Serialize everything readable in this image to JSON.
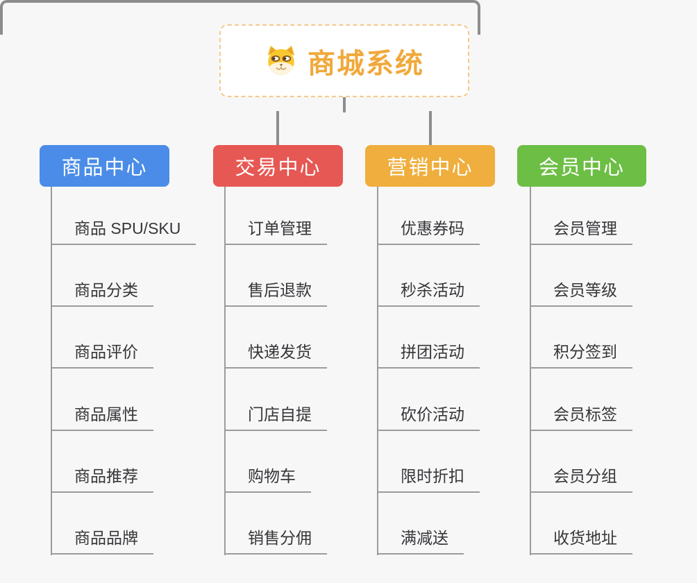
{
  "background_color": "#f7f7f7",
  "connector_color": "#8d8d8d",
  "child_line_color": "#9b9b9b",
  "root": {
    "label": "商城系统",
    "icon": "dog-face-icon",
    "text_color": "#f0a93c",
    "border_color": "#f4c98c"
  },
  "branches": [
    {
      "label": "商品中心",
      "color": "#4a8ce8",
      "children": [
        "商品 SPU/SKU",
        "商品分类",
        "商品评价",
        "商品属性",
        "商品推荐",
        "商品品牌"
      ]
    },
    {
      "label": "交易中心",
      "color": "#e65853",
      "children": [
        "订单管理",
        "售后退款",
        "快递发货",
        "门店自提",
        "购物车",
        "销售分佣"
      ]
    },
    {
      "label": "营销中心",
      "color": "#efae3d",
      "children": [
        "优惠券码",
        "秒杀活动",
        "拼团活动",
        "砍价活动",
        "限时折扣",
        "满减送"
      ]
    },
    {
      "label": "会员中心",
      "color": "#6dbe45",
      "children": [
        "会员管理",
        "会员等级",
        "积分签到",
        "会员标签",
        "会员分组",
        "收货地址"
      ]
    }
  ]
}
